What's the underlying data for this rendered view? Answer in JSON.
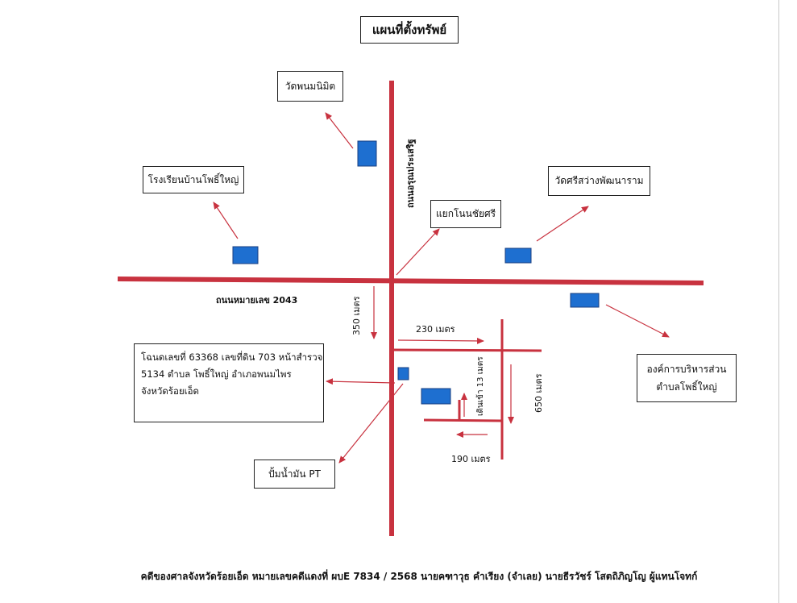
{
  "title": "แผนที่ตั้งทรัพย์",
  "places": {
    "temple_phanom": "วัดพนมนิมิต",
    "school": "โรงเรียนบ้านโพธิ์ใหญ่",
    "temple_sri": "วัดศรีสว่างพัฒนาราม",
    "junction": "แยกโนนชัยศรี",
    "subdistrict_org_line1": "องค์การบริหารส่วน",
    "subdistrict_org_line2": "ตำบลโพธิ์ใหญ่",
    "gas_station": "ปั้มน้ำมัน PT"
  },
  "roads": {
    "main_horizontal": "ถนนหมายเลข 2043",
    "main_vertical": "ถนนอรุณประเสริฐ"
  },
  "deed": {
    "line1": "โฉนดเลขที่ 63368 เลขที่ดิน 703 หน้าสำรวจ",
    "line2": "5134 ตำบล โพธิ์ใหญ่ อำเภอพนมไพร",
    "line3": "จังหวัดร้อยเอ็ด"
  },
  "distances": {
    "d350": "350 เมตร",
    "d230": "230 เมตร",
    "d650": "650 เมตร",
    "d190": "190 เมตร",
    "walk13": "เดินเข้า 13 เมตร"
  },
  "footer": "คดีของศาลจังหวัดร้อยเอ็ด หมายเลขคดีแดงที่ ผบE 7834 / 2568  นายคฑาวุธ  คำเรียง (จำเลย)  นายธีรวัชร์ โสตถิภิญโญ ผู้แทนโจทก์",
  "colors": {
    "road": "#c8323f",
    "building": "#1e6fd0",
    "building_border": "#1a3f80",
    "arrow": "#c8323f"
  }
}
